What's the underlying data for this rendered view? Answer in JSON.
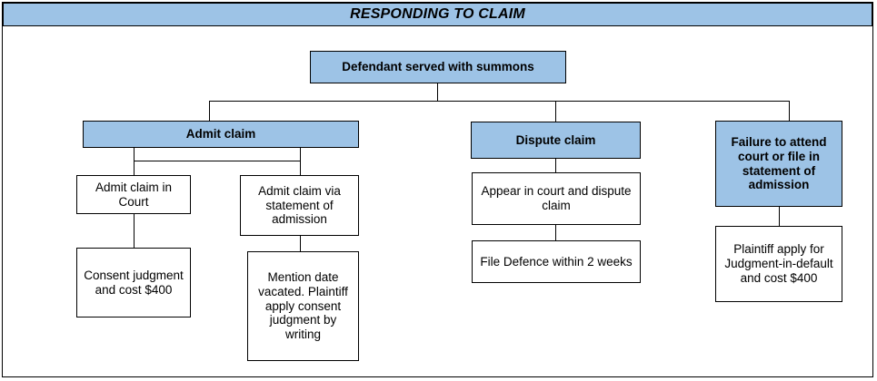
{
  "header": {
    "title": "RESPONDING TO CLAIM"
  },
  "colors": {
    "filled_node": "#9dc3e6",
    "plain_node": "#ffffff",
    "border": "#000000",
    "text": "#000000",
    "page_background": "#ffffff"
  },
  "chart_data": {
    "type": "diagram",
    "title": "RESPONDING TO CLAIM",
    "nodes": [
      {
        "id": "root",
        "label": "Defendant served with summons",
        "style": "filled",
        "level": 0,
        "branch": "root"
      },
      {
        "id": "admit",
        "label": "Admit claim",
        "style": "filled",
        "level": 1,
        "branch": "admit"
      },
      {
        "id": "dispute",
        "label": "Dispute claim",
        "style": "filled",
        "level": 1,
        "branch": "dispute"
      },
      {
        "id": "failure",
        "label": "Failure to attend court or file in statement of admission",
        "style": "filled",
        "level": 1,
        "branch": "failure"
      },
      {
        "id": "admit-court",
        "label": "Admit claim in Court",
        "style": "plain",
        "level": 2,
        "branch": "admit"
      },
      {
        "id": "admit-statement",
        "label": "Admit claim via statement of admission",
        "style": "plain",
        "level": 2,
        "branch": "admit"
      },
      {
        "id": "appear-court",
        "label": "Appear in court and dispute claim",
        "style": "plain",
        "level": 2,
        "branch": "dispute"
      },
      {
        "id": "plaintiff-apply",
        "label": "Plaintiff apply for Judgment-in-default and cost $400",
        "style": "plain",
        "level": 2,
        "branch": "failure"
      },
      {
        "id": "consent",
        "label": "Consent judgment and cost $400",
        "style": "plain",
        "level": 3,
        "branch": "admit"
      },
      {
        "id": "mention",
        "label": "Mention date vacated. Plaintiff apply consent judgment by writing",
        "style": "plain",
        "level": 3,
        "branch": "admit"
      },
      {
        "id": "file-defence",
        "label": "File Defence within 2 weeks",
        "style": "plain",
        "level": 3,
        "branch": "dispute"
      }
    ],
    "edges": [
      {
        "from": "root",
        "to": "admit"
      },
      {
        "from": "root",
        "to": "dispute"
      },
      {
        "from": "root",
        "to": "failure"
      },
      {
        "from": "admit",
        "to": "admit-court"
      },
      {
        "from": "admit",
        "to": "admit-statement"
      },
      {
        "from": "admit-court",
        "to": "consent"
      },
      {
        "from": "admit-statement",
        "to": "mention"
      },
      {
        "from": "dispute",
        "to": "appear-court"
      },
      {
        "from": "appear-court",
        "to": "file-defence"
      },
      {
        "from": "failure",
        "to": "plaintiff-apply"
      }
    ]
  },
  "nodes": {
    "root": "Defendant served with summons",
    "admit": "Admit claim",
    "dispute": "Dispute claim",
    "failure": "Failure to attend court or file in statement of admission",
    "admit_court": "Admit claim in Court",
    "admit_statement": "Admit claim via statement of admission",
    "appear_court": "Appear in court and dispute claim",
    "plaintiff_apply": "Plaintiff apply for Judgment-in-default and cost $400",
    "consent": "Consent judgment and cost $400",
    "mention": "Mention date vacated. Plaintiff apply consent judgment by writing",
    "file_defence": "File Defence within 2 weeks"
  }
}
